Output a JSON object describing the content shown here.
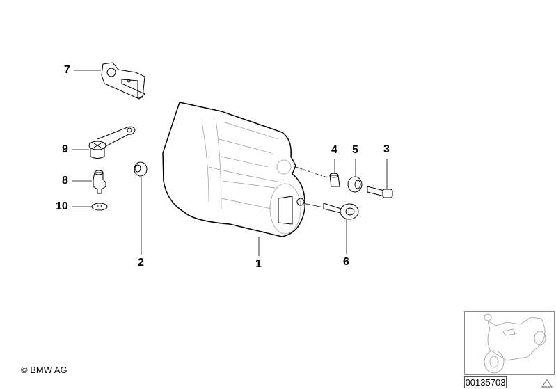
{
  "diagram": {
    "part_labels": [
      {
        "id": "1",
        "text": "1"
      },
      {
        "id": "2",
        "text": "2"
      },
      {
        "id": "3",
        "text": "3"
      },
      {
        "id": "4",
        "text": "4"
      },
      {
        "id": "5",
        "text": "5"
      },
      {
        "id": "6",
        "text": "6"
      },
      {
        "id": "7",
        "text": "7"
      },
      {
        "id": "8",
        "text": "8"
      },
      {
        "id": "9",
        "text": "9"
      },
      {
        "id": "10",
        "text": "10"
      }
    ]
  },
  "footer": {
    "copyright": "© BMW AG",
    "diagram_code": "00135703"
  }
}
